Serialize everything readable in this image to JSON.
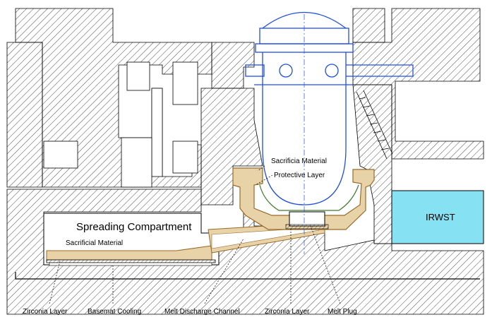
{
  "colors": {
    "hatch": "#000000",
    "vessel": "#1f4fe0",
    "sacrificial": "#e8d2a8",
    "sacrificial_edge": "#9a6a2a",
    "protective": "#3c7a2a",
    "water": "#86e1f2",
    "background": "#ffffff"
  },
  "labels": {
    "sacrificial_material_upper": "Sacrificia Material",
    "protective_layer": "Protective Layer",
    "spreading_compartment": "Spreading Compartment",
    "sacrificial_material_lower": "Sacrificial Material",
    "irwst": "IRWST"
  },
  "callouts": {
    "zirconia_layer_left": "Zirconia Layer",
    "basemat_cooling": "Basemat Cooling",
    "melt_discharge_channel": "Melt Discharge Channel",
    "zirconia_layer_right": "Zirconia Layer",
    "melt_plug": "Melt Plug"
  },
  "icons": [
    "reactor-pressure-vessel",
    "concrete-hatching",
    "water-pool"
  ]
}
